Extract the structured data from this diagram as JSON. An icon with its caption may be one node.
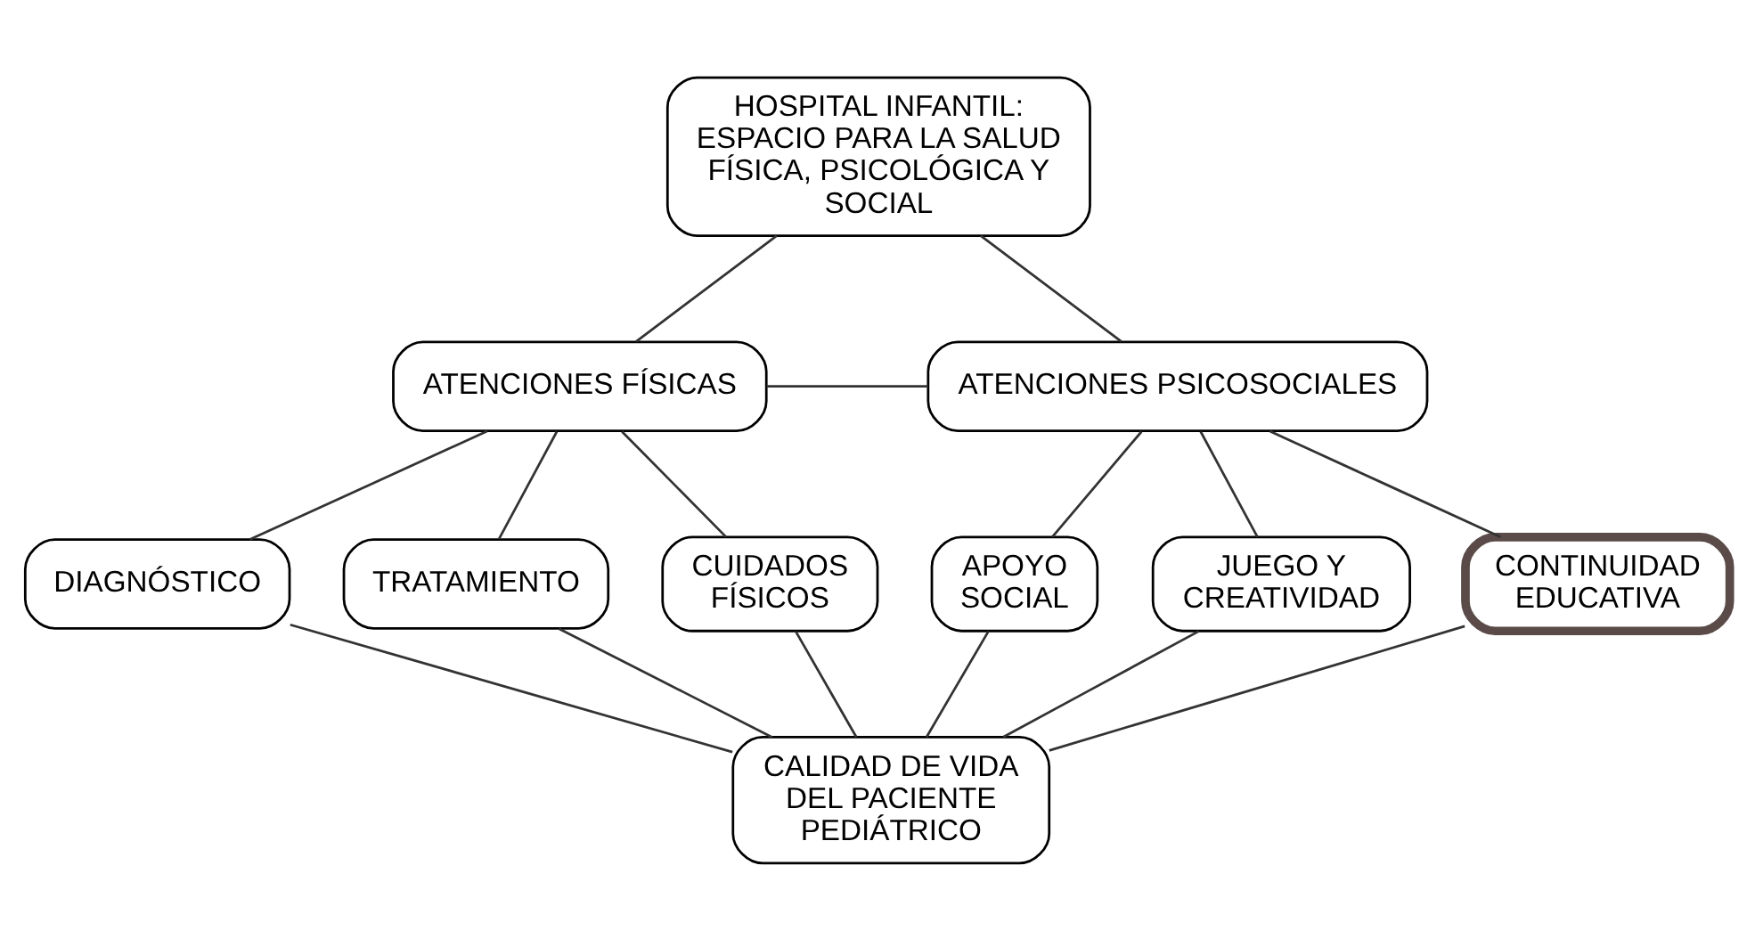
{
  "diagram": {
    "nodes": [
      {
        "text": [
          "HOSPITAL INFANTIL: ESPACIO PARA LA SALUD FÍSICA, PSICOLÓGICA Y SOCIAL"
        ]
      },
      {
        "text": [
          "ATENCIONES FÍSICAS"
        ]
      },
      {
        "text": [
          "ATENCIONES PSICOSOCIALES"
        ]
      },
      {
        "text": [
          "DIAGNÓSTICO"
        ]
      },
      {
        "text": [
          "TRATAMIENTO"
        ]
      },
      {
        "text": [
          "CUIDADOS FÍSICOS"
        ]
      },
      {
        "text": [
          "APOYO SOCIAL"
        ]
      },
      {
        "text": [
          "JUEGO Y CREATIVIDAD"
        ]
      },
      {
        "text": [
          "CONTINUIDAD EDUCATIVA"
        ]
      },
      {
        "text": [
          "CALIDAD DE VIDA DEL PACIENTE PEDIÁTRICO"
        ]
      }
    ],
    "edges": [
      {
        "from": 0,
        "to": 1,
        "arrow": "none"
      },
      {
        "from": 0,
        "to": 2,
        "arrow": "none"
      },
      {
        "from": 1,
        "to": 2,
        "arrow": "none"
      },
      {
        "from": 1,
        "to": 3,
        "arrow": "none"
      },
      {
        "from": 1,
        "to": 4,
        "arrow": "none"
      },
      {
        "from": 1,
        "to": 5,
        "arrow": "none"
      },
      {
        "from": 2,
        "to": 6,
        "arrow": "none"
      },
      {
        "from": 2,
        "to": 7,
        "arrow": "none"
      },
      {
        "from": 2,
        "to": 8,
        "arrow": "none"
      },
      {
        "from": 3,
        "to": 9,
        "arrow": "none"
      },
      {
        "from": 4,
        "to": 9,
        "arrow": "none"
      },
      {
        "from": 5,
        "to": 9,
        "arrow": "none"
      },
      {
        "from": 6,
        "to": 9,
        "arrow": "none"
      },
      {
        "from": 7,
        "to": 9,
        "arrow": "none"
      },
      {
        "from": 8,
        "to": 9,
        "arrow": "none"
      }
    ]
  }
}
